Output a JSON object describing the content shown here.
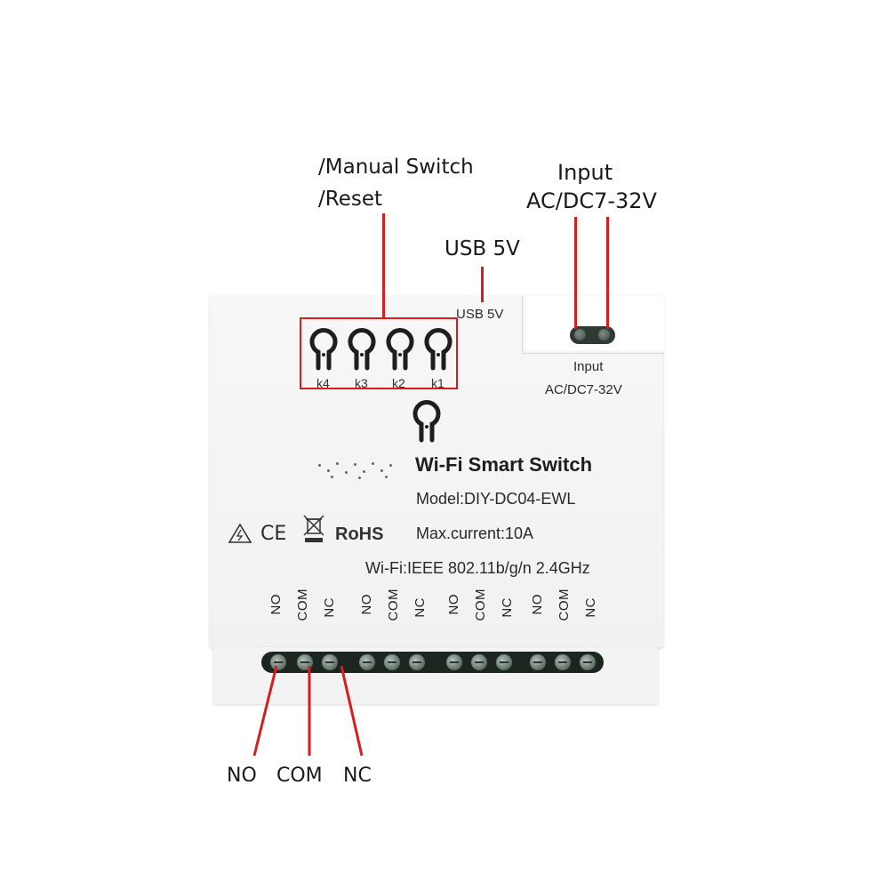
{
  "callouts": {
    "manual_switch": "/Manual Switch",
    "reset": "/Reset",
    "usb": "USB 5V",
    "input_title": "Input",
    "input_voltage": "AC/DC7-32V",
    "no": "NO",
    "com": "COM",
    "nc": "NC"
  },
  "device": {
    "usb_label": "USB 5V",
    "input_label": "Input",
    "input_voltage": "AC/DC7-32V",
    "keys": [
      "k4",
      "k3",
      "k2",
      "k1"
    ],
    "title": "Wi-Fi Smart Switch",
    "model": "Model:DIY-DC04-EWL",
    "max_current": "Max.current:10A",
    "wifi": "Wi-Fi:IEEE 802.11b/g/n 2.4GHz",
    "certifications": {
      "ce": "CE",
      "rohs": "RoHS"
    },
    "terminal_labels": [
      "NO",
      "COM",
      "NC",
      "NO",
      "COM",
      "NC",
      "NO",
      "COM",
      "NC",
      "NO",
      "COM",
      "NC"
    ]
  },
  "colors": {
    "callout_line": "#d81d1d",
    "device_body": "#f3f3f3",
    "terminal_block": "#1d2520"
  }
}
